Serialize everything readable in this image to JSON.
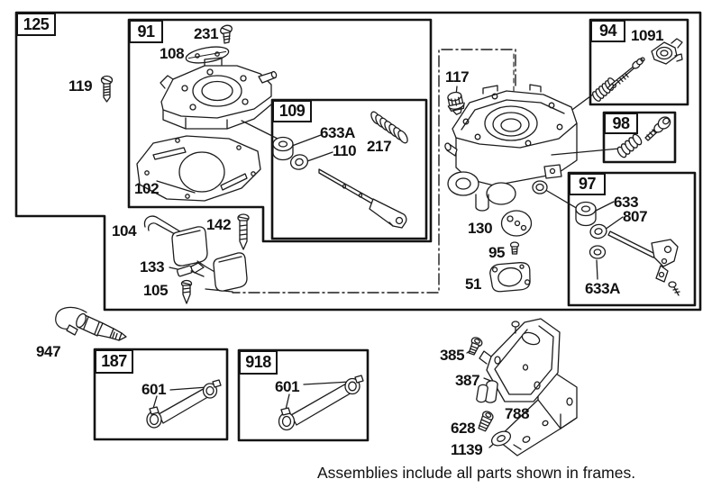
{
  "diagram": {
    "footer": "Assemblies include all parts shown in frames.",
    "line_color": "#1c1c1c",
    "background_color": "#ffffff"
  },
  "frames": [
    {
      "id": "125",
      "label": "125"
    },
    {
      "id": "91",
      "label": "91"
    },
    {
      "id": "109",
      "label": "109"
    },
    {
      "id": "94",
      "label": "94"
    },
    {
      "id": "98",
      "label": "98"
    },
    {
      "id": "97",
      "label": "97"
    },
    {
      "id": "187",
      "label": "187"
    },
    {
      "id": "918",
      "label": "918"
    }
  ],
  "part_labels": [
    {
      "id": "119",
      "text": "119"
    },
    {
      "id": "231",
      "text": "231"
    },
    {
      "id": "108",
      "text": "108"
    },
    {
      "id": "102",
      "text": "102"
    },
    {
      "id": "104",
      "text": "104"
    },
    {
      "id": "142",
      "text": "142"
    },
    {
      "id": "133",
      "text": "133"
    },
    {
      "id": "105",
      "text": "105"
    },
    {
      "id": "633A-109",
      "text": "633A"
    },
    {
      "id": "110",
      "text": "110"
    },
    {
      "id": "217",
      "text": "217"
    },
    {
      "id": "117",
      "text": "117"
    },
    {
      "id": "130",
      "text": "130"
    },
    {
      "id": "95",
      "text": "95"
    },
    {
      "id": "51",
      "text": "51"
    },
    {
      "id": "1091",
      "text": "1091"
    },
    {
      "id": "633",
      "text": "633"
    },
    {
      "id": "807",
      "text": "807"
    },
    {
      "id": "633A-97",
      "text": "633A"
    },
    {
      "id": "947",
      "text": "947"
    },
    {
      "id": "601-187",
      "text": "601"
    },
    {
      "id": "601-918",
      "text": "601"
    },
    {
      "id": "385",
      "text": "385"
    },
    {
      "id": "387",
      "text": "387"
    },
    {
      "id": "788",
      "text": "788"
    },
    {
      "id": "628",
      "text": "628"
    },
    {
      "id": "1139",
      "text": "1139"
    }
  ]
}
